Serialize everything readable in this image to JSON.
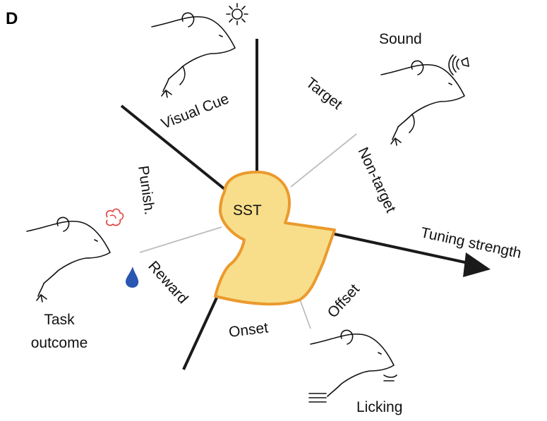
{
  "panel_label": "D",
  "center_label": "SST",
  "axis_label": "Tuning strength",
  "categories": {
    "visual_cue": "Visual Cue",
    "target": "Target",
    "non_target": "Non-target",
    "punish": "Punish.",
    "reward": "Reward",
    "onset": "Onset",
    "offset": "Offset"
  },
  "groups": {
    "sound": "Sound",
    "task_outcome_line1": "Task",
    "task_outcome_line2": "outcome",
    "licking": "Licking"
  },
  "colors": {
    "sst_fill": "#f8de8a",
    "sst_stroke": "#eb9a2e",
    "strong_spoke": "#1a1a1a",
    "weak_spoke": "#bdbdbd",
    "punish_icon": "#e33b3b",
    "reward_drop": "#2a55b0"
  },
  "icons": [
    "sun-icon",
    "speaker-icon",
    "air-puff-icon",
    "water-drop-icon",
    "mouse-icon"
  ]
}
